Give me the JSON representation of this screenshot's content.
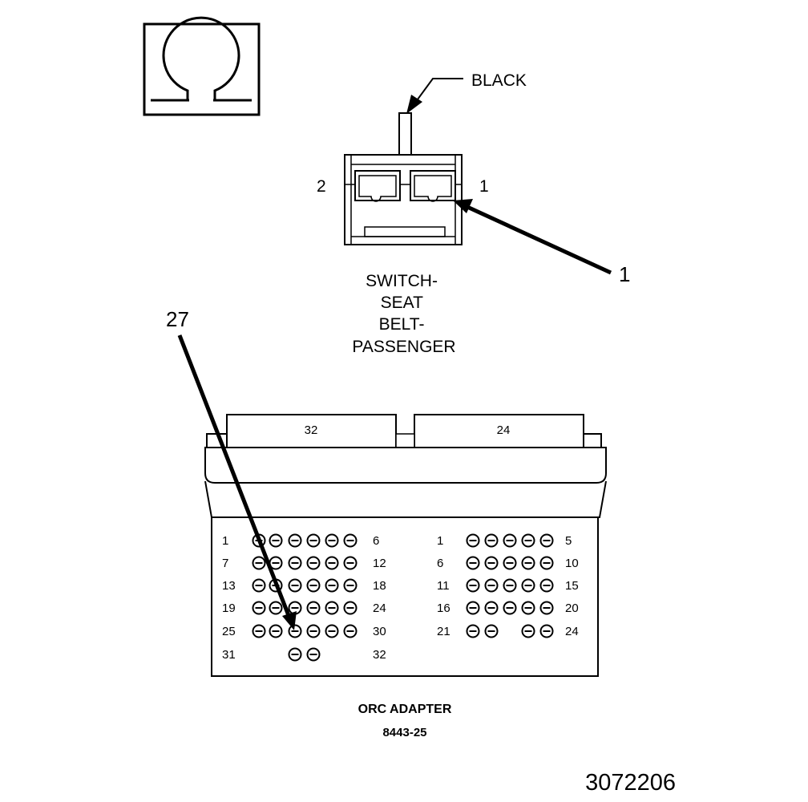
{
  "symbol": {
    "name": "ohm-icon"
  },
  "wire_color_label": "BLACK",
  "switch": {
    "pin_left": "2",
    "pin_right": "1",
    "callout": "1",
    "caption_lines": [
      "SWITCH-",
      "SEAT",
      "BELT-",
      "PASSENGER"
    ]
  },
  "adapter": {
    "callout": "27",
    "tab_left": "32",
    "tab_right": "24",
    "left_rows": [
      {
        "start": "1",
        "end": "6"
      },
      {
        "start": "7",
        "end": "12"
      },
      {
        "start": "13",
        "end": "18"
      },
      {
        "start": "19",
        "end": "24"
      },
      {
        "start": "25",
        "end": "30"
      },
      {
        "start": "31",
        "end": "32"
      }
    ],
    "right_rows": [
      {
        "start": "1",
        "end": "5"
      },
      {
        "start": "6",
        "end": "10"
      },
      {
        "start": "11",
        "end": "15"
      },
      {
        "start": "16",
        "end": "20"
      },
      {
        "start": "21",
        "end": "24"
      }
    ],
    "title": "ORC ADAPTER",
    "part_number": "8443-25"
  },
  "figure_id": "3072206"
}
